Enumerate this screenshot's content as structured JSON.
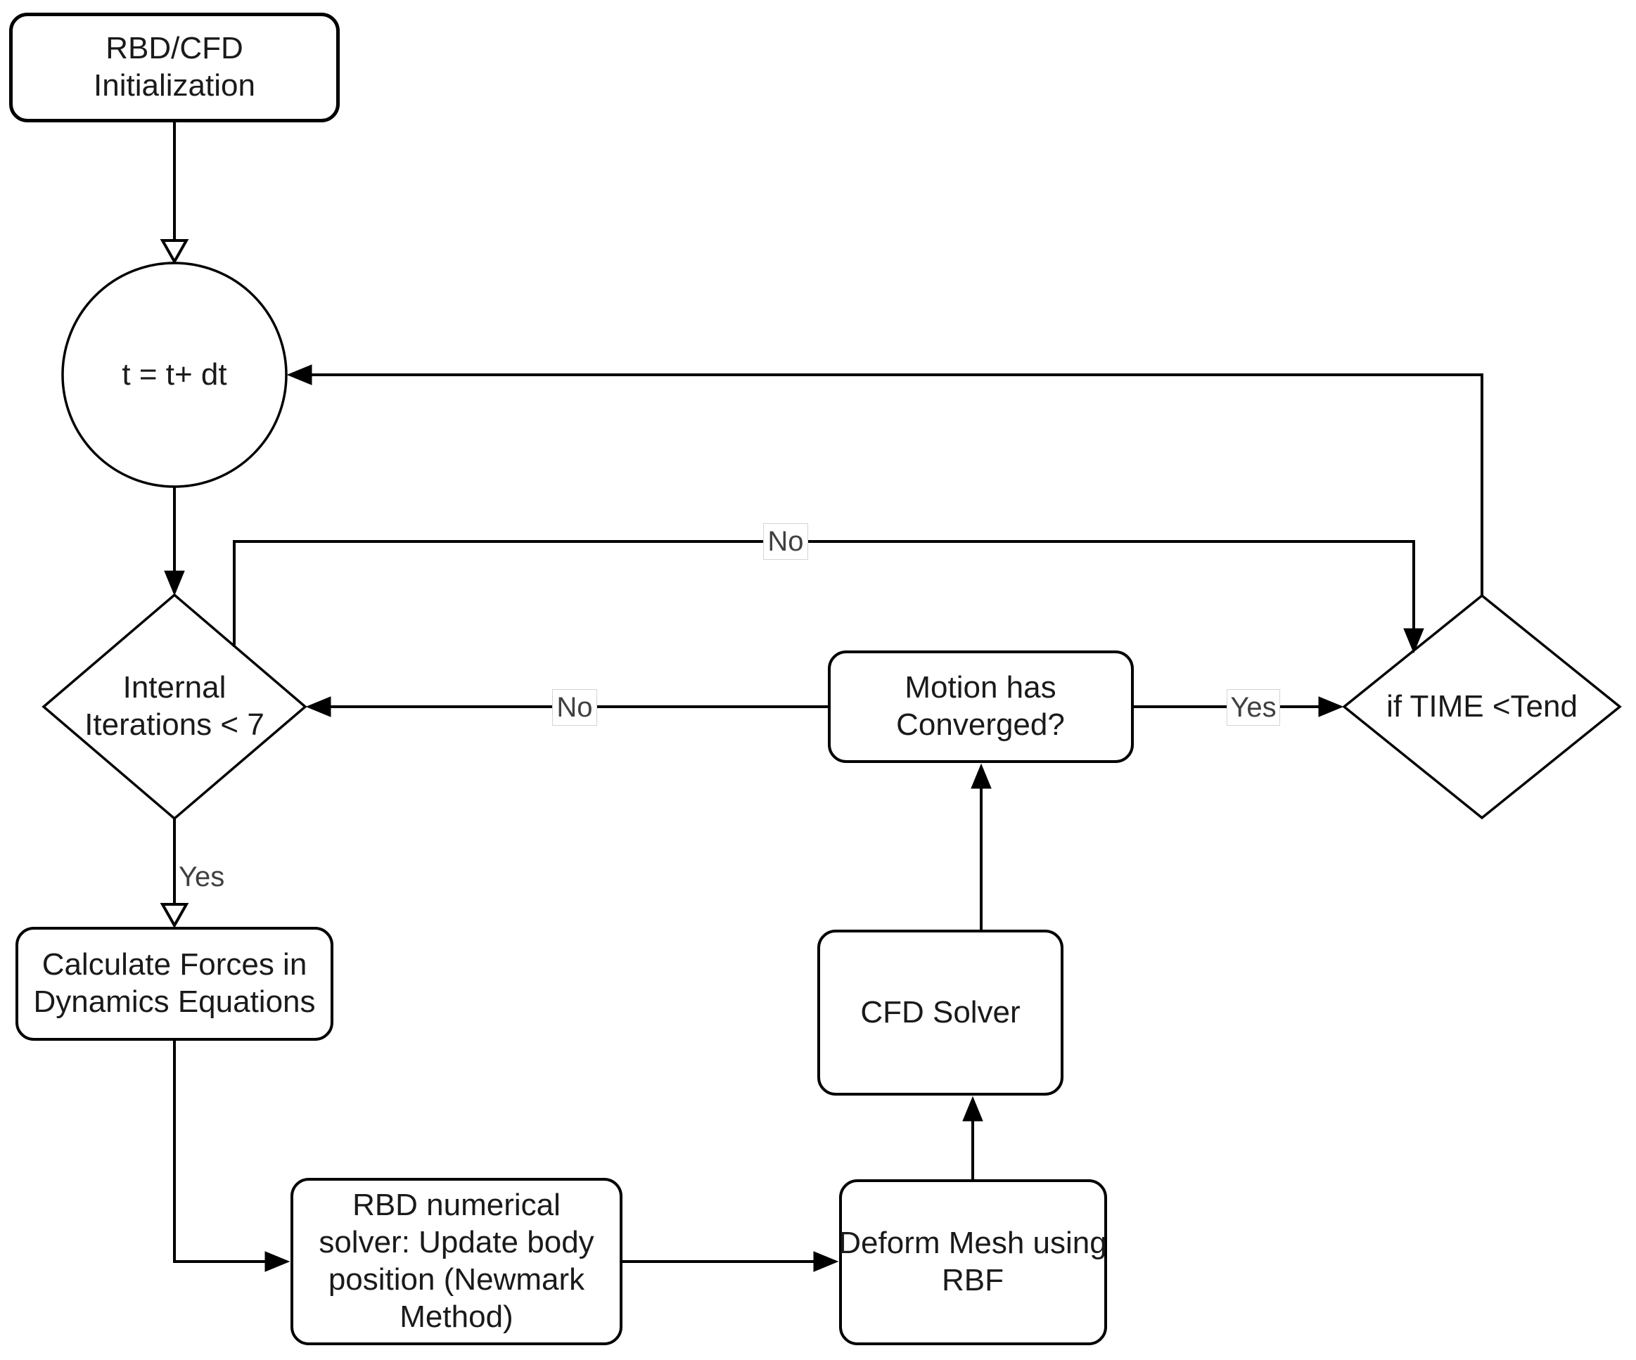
{
  "diagram": {
    "nodes": {
      "init": {
        "label": "RBD/CFD\nInitialization",
        "shape": "rounded-rect"
      },
      "time_step": {
        "label": "t = t+ dt",
        "shape": "circle"
      },
      "internal_iterations": {
        "label": "Internal\nIterations < 7",
        "shape": "diamond"
      },
      "calculate_forces": {
        "label": "Calculate Forces in\nDynamics Equations",
        "shape": "rounded-rect"
      },
      "rbd_solver": {
        "label": "RBD numerical\nsolver: Update body\nposition (Newmark\nMethod)",
        "shape": "rounded-rect"
      },
      "deform_mesh": {
        "label": "Deform Mesh using\nRBF",
        "shape": "rounded-rect"
      },
      "cfd_solver": {
        "label": "CFD Solver",
        "shape": "rounded-rect"
      },
      "motion_converged": {
        "label": "Motion has\nConverged?",
        "shape": "rounded-rect"
      },
      "time_check": {
        "label": "if TIME <Tend",
        "shape": "diamond"
      }
    },
    "edge_labels": {
      "iterations_yes": "Yes",
      "iterations_no": "No",
      "converged_no": "No",
      "converged_yes": "Yes"
    },
    "colors": {
      "stroke": "#000000",
      "text": "#1a1a1a",
      "label_text": "#404040",
      "label_bg": "#ffffff",
      "label_border": "#d4d4d4",
      "background": "#ffffff"
    }
  }
}
